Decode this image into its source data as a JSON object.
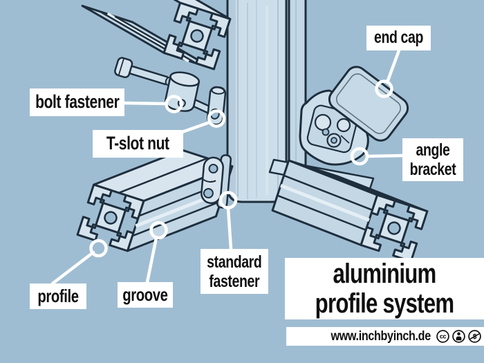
{
  "callouts": {
    "bolt_fastener": {
      "text": "bolt fastener"
    },
    "t_slot_nut": {
      "text": "T-slot nut"
    },
    "end_cap": {
      "text": "end cap"
    },
    "angle_bracket": {
      "text": "angle bracket"
    },
    "profile": {
      "text": "profile"
    },
    "groove": {
      "text": "groove"
    },
    "standard_fastener": {
      "text": "standard fastener"
    }
  },
  "title": {
    "text": "aluminium profile system"
  },
  "footer": {
    "website": "www.inchbyinch.de",
    "cc_text": "cc",
    "nc_symbol": "$",
    "license_icons": [
      "cc-icon",
      "attribution-icon",
      "non-commercial-icon"
    ]
  },
  "colors": {
    "background": "#9fbdd2",
    "part_fill": "#ccdeea",
    "part_highlight": "#d8e5ef",
    "part_shade": "#b2c9da",
    "outline": "#1e2e3d",
    "label_background": "#ffffff",
    "label_text": "#0f0f0f",
    "leader_line": "#ffffff"
  }
}
